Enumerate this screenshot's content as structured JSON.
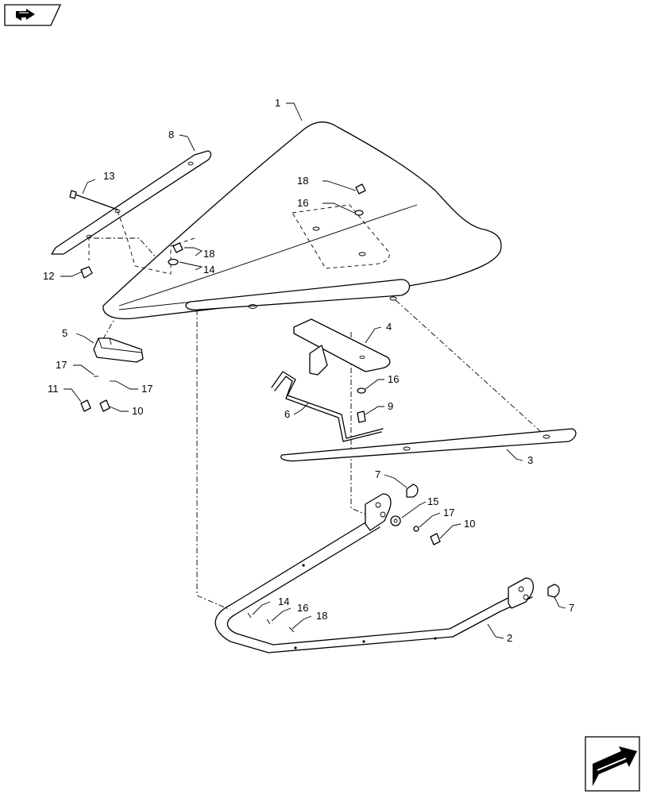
{
  "callouts": [
    {
      "id": "c1",
      "label": "1"
    },
    {
      "id": "c2",
      "label": "2"
    },
    {
      "id": "c3",
      "label": "3"
    },
    {
      "id": "c4",
      "label": "4"
    },
    {
      "id": "c5",
      "label": "5"
    },
    {
      "id": "c6",
      "label": "6"
    },
    {
      "id": "c7a",
      "label": "7"
    },
    {
      "id": "c7b",
      "label": "7"
    },
    {
      "id": "c8",
      "label": "8"
    },
    {
      "id": "c9",
      "label": "9"
    },
    {
      "id": "c10a",
      "label": "10"
    },
    {
      "id": "c10b",
      "label": "10"
    },
    {
      "id": "c11",
      "label": "11"
    },
    {
      "id": "c12",
      "label": "12"
    },
    {
      "id": "c13",
      "label": "13"
    },
    {
      "id": "c14a",
      "label": "14"
    },
    {
      "id": "c14b",
      "label": "14"
    },
    {
      "id": "c15",
      "label": "15"
    },
    {
      "id": "c16a",
      "label": "16"
    },
    {
      "id": "c16b",
      "label": "16"
    },
    {
      "id": "c16c",
      "label": "16"
    },
    {
      "id": "c17a",
      "label": "17"
    },
    {
      "id": "c17b",
      "label": "17"
    },
    {
      "id": "c17c",
      "label": "17"
    },
    {
      "id": "c18a",
      "label": "18"
    },
    {
      "id": "c18b",
      "label": "18"
    },
    {
      "id": "c18c",
      "label": "18"
    }
  ],
  "nav": {
    "top_icon": "book-arrow-icon",
    "bottom_icon": "next-page-arrow-icon"
  }
}
